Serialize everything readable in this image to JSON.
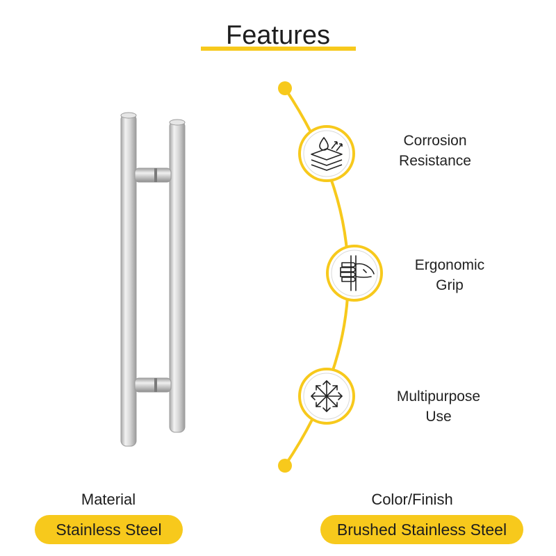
{
  "header": {
    "title": "Features"
  },
  "colors": {
    "accent": "#f7c91c",
    "steel_light": "#e9e9e9",
    "steel_dark": "#9a9a9a",
    "text": "#1d1d1d"
  },
  "features": [
    {
      "icon": "water-drop-layers-icon",
      "label_line1": "Corrosion",
      "label_line2": "Resistance"
    },
    {
      "icon": "hand-grip-icon",
      "label_line1": "Ergonomic",
      "label_line2": "Grip"
    },
    {
      "icon": "multi-direction-arrows-icon",
      "label_line1": "Multipurpose",
      "label_line2": "Use"
    }
  ],
  "specs": [
    {
      "label": "Material",
      "value": "Stainless Steel"
    },
    {
      "label": "Color/Finish",
      "value": "Brushed Stainless Steel"
    }
  ],
  "product_image": {
    "icon": "door-pull-handle-image"
  }
}
